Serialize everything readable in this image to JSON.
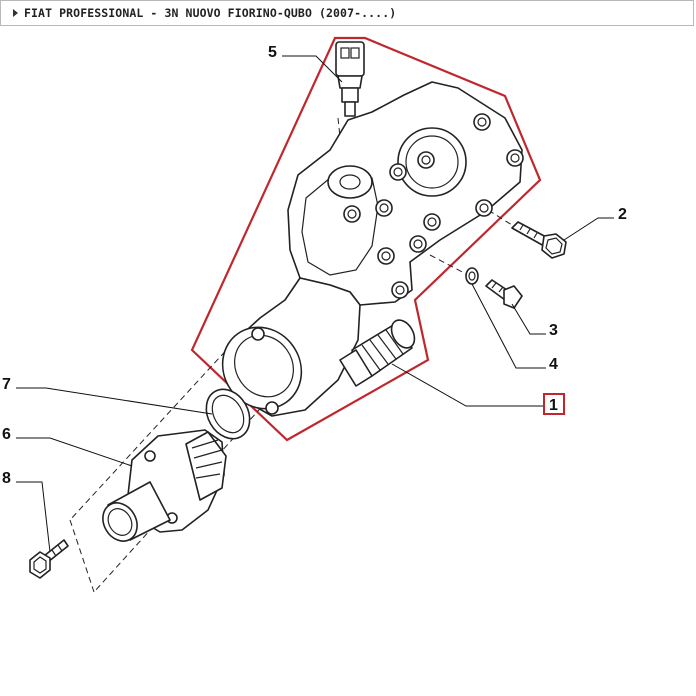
{
  "header": {
    "title": "FIAT PROFESSIONAL - 3N NUOVO FIORINO-QUBO (2007-....)"
  },
  "callouts": [
    {
      "id": "1",
      "label": "1",
      "highlighted": true
    },
    {
      "id": "2",
      "label": "2"
    },
    {
      "id": "3",
      "label": "3"
    },
    {
      "id": "4",
      "label": "4"
    },
    {
      "id": "5",
      "label": "5"
    },
    {
      "id": "6",
      "label": "6"
    },
    {
      "id": "7",
      "label": "7"
    },
    {
      "id": "8",
      "label": "8"
    }
  ],
  "colors": {
    "highlight": "#c0272d",
    "line": "#222222"
  }
}
